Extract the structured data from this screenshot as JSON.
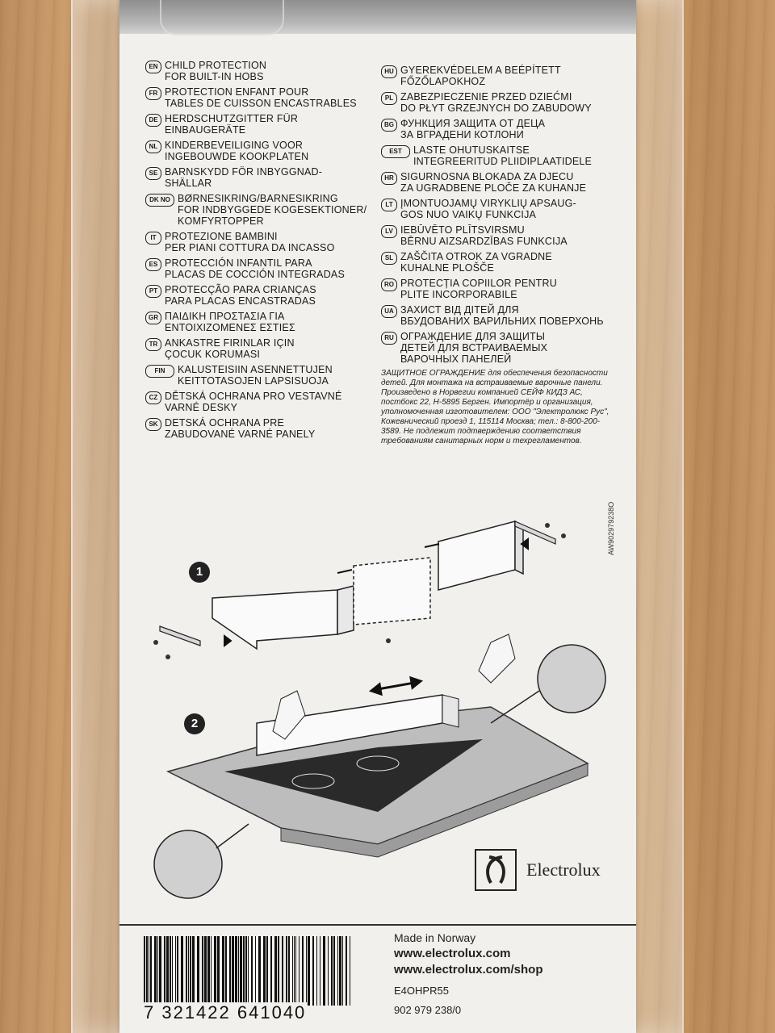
{
  "left_entries": [
    {
      "code": "EN",
      "lines": [
        "CHILD PROTECTION",
        "FOR BUILT-IN HOBS"
      ]
    },
    {
      "code": "FR",
      "lines": [
        "PROTECTION ENFANT POUR",
        "TABLES DE CUISSON ENCASTRABLES"
      ]
    },
    {
      "code": "DE",
      "lines": [
        "HERDSCHUTZGITTER FÜR",
        "EINBAUGERÄTE"
      ]
    },
    {
      "code": "NL",
      "lines": [
        "KINDERBEVEILIGING VOOR",
        "INGEBOUWDE KOOKPLATEN"
      ]
    },
    {
      "code": "SE",
      "lines": [
        "BARNSKYDD FÖR INBYGGNAD-",
        "SHÄLLAR"
      ]
    },
    {
      "code": "DK NO",
      "lines": [
        "BØRNESIKRING/BARNESIKRING",
        "FOR INDBYGGEDE KOGESEKTIONER/",
        "KOMFYRTOPPER"
      ]
    },
    {
      "code": "IT",
      "lines": [
        "PROTEZIONE BAMBINI",
        "PER PIANI COTTURA DA INCASSO"
      ]
    },
    {
      "code": "ES",
      "lines": [
        "PROTECCIÓN INFANTIL PARA",
        "PLACAS DE COCCIÓN INTEGRADAS"
      ]
    },
    {
      "code": "PT",
      "lines": [
        "PROTECÇÃO PARA CRIANÇAS",
        "PARA PLACAS ENCASTRADAS"
      ]
    },
    {
      "code": "GR",
      "lines": [
        "ΠΑΙΔΙΚΗ ΠΡΟΣΤΑΣΙΑ ΓΙΑ",
        "ΕΝΤΟΙΧΙΖΟΜΕΝΕΣ ΕΣΤΙΕΣ"
      ]
    },
    {
      "code": "TR",
      "lines": [
        "ANKASTRE FIRINLAR IÇIN",
        "ÇOCUK KORUMASI"
      ]
    },
    {
      "code": "FIN",
      "lines": [
        "KALUSTEISIIN ASENNETTUJEN",
        "KEITTOTASOJEN LAPSISUOJA"
      ]
    },
    {
      "code": "CZ",
      "lines": [
        "DĚTSKÁ OCHRANA PRO VESTAVNÉ",
        "VARNÉ DESKY"
      ]
    },
    {
      "code": "SK",
      "lines": [
        "DETSKÁ OCHRANA PRE",
        "ZABUDOVANÉ VARNÉ PANELY"
      ]
    }
  ],
  "right_entries": [
    {
      "code": "HU",
      "lines": [
        "GYEREKVÉDELEM A BEÉPÍTETT",
        "FŐZŐLAPOKHOZ"
      ]
    },
    {
      "code": "PL",
      "lines": [
        "ZABEZPIECZENIE PRZED DZIEĆMI",
        "DO PŁYT GRZEJNYCH DO ZABUDOWY"
      ]
    },
    {
      "code": "BG",
      "lines": [
        "ФУНКЦИЯ ЗАЩИТА ОТ ДЕЦА",
        "ЗА ВГРАДЕНИ КОТЛОНИ"
      ]
    },
    {
      "code": "EST",
      "lines": [
        "LASTE OHUTUSKAITSE",
        "INTEGREERITUD PLIIDIPLAATIDELE"
      ]
    },
    {
      "code": "HR",
      "lines": [
        "SIGURNOSNA BLOKADA ZA DJECU",
        "ZA UGRADBENE PLOČE ZA KUHANJE"
      ]
    },
    {
      "code": "LT",
      "lines": [
        "ĮMONTUOJAMŲ VIRYKLIŲ APSAUG-",
        "GOS NUO VAIKŲ FUNKCIJA"
      ]
    },
    {
      "code": "LV",
      "lines": [
        "IEBŪVĒTO PLĪTSVIRSMU",
        "BĒRNU AIZSARDZĪBAS FUNKCIJA"
      ]
    },
    {
      "code": "SL",
      "lines": [
        "ZAŠČITA OTROK ZA VGRADNE",
        "KUHALNE PLOŠČE"
      ]
    },
    {
      "code": "RO",
      "lines": [
        "PROTECȚIA COPIILOR PENTRU",
        "PLITE INCORPORABILE"
      ]
    },
    {
      "code": "UA",
      "lines": [
        "ЗАХИСТ ВІД ДІТЕЙ ДЛЯ",
        "ВБУДОВАНИХ ВАРИЛЬНИХ ПОВЕРХОНЬ"
      ]
    },
    {
      "code": "RU",
      "lines": [
        "ОГРАЖДЕНИЕ ДЛЯ ЗАЩИТЫ",
        "ДЕТЕЙ ДЛЯ ВСТРАИВАЕМЫХ",
        "ВАРОЧНЫХ ПАНЕЛЕЙ"
      ]
    }
  ],
  "fine_print": "ЗАЩИТНОЕ ОГРАЖДЕНИЕ для обеспечения безопасности детей. Для монтажа на встраиваемые варочные панели. Произведено в Норвегии компанией СЕЙФ КИДЗ АС, постбокс 22, Н-5895 Берген. Импортёр и организация, уполномоченная изготовителем: ООО \"Электролюкс Рус\", Кожевнический проезд 1, 115114 Москва; тел.: 8-800-200-3589. Не подлежит подтверждению соответствия требованиям санитарных норм и техрегламентов.",
  "side_code": "AW902979238O",
  "steps": [
    "1",
    "2"
  ],
  "brand": "Electrolux",
  "barcode_digits": "7 321422 641040",
  "made_in": "Made in Norway",
  "web1": "www.electrolux.com",
  "web2": "www.electrolux.com/shop",
  "model": "E4OHPR55",
  "part_no": "902 979 238/0"
}
